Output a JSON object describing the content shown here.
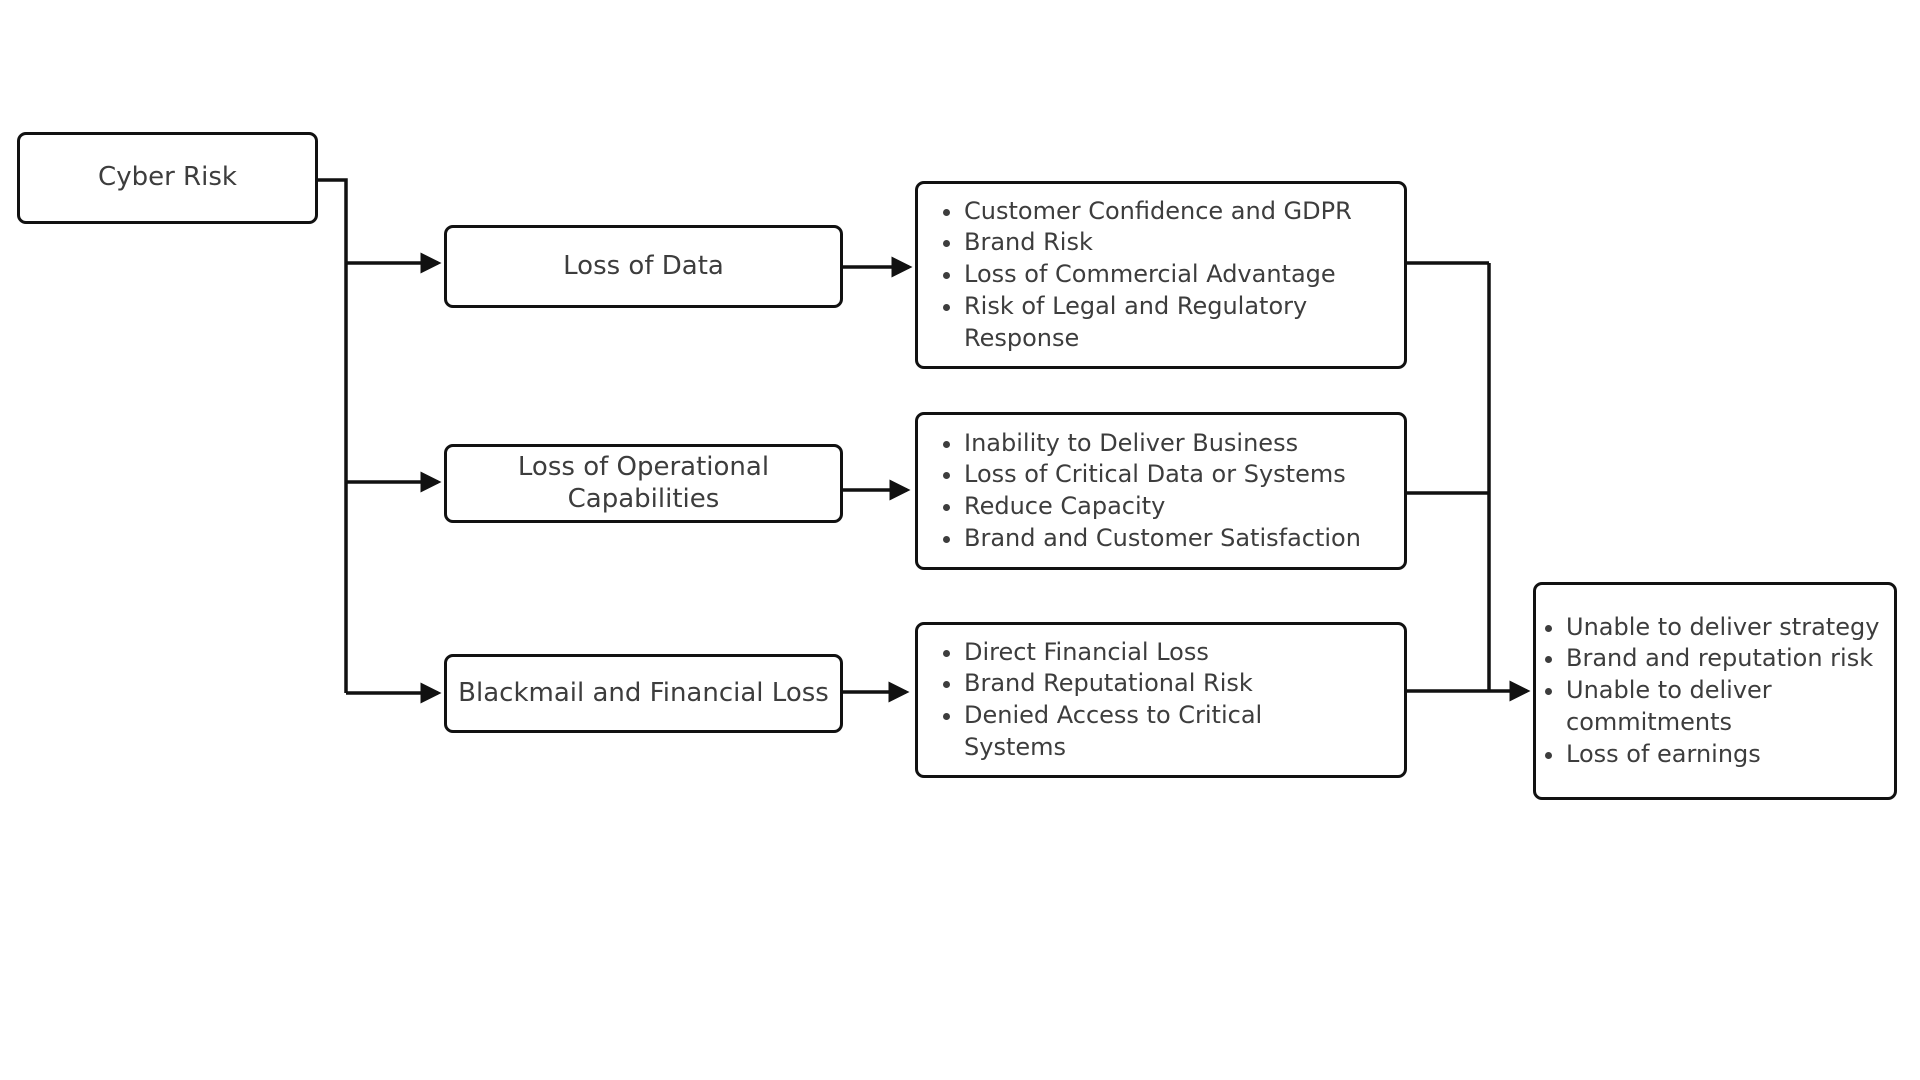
{
  "diagram": {
    "colors": {
      "line": "#111111",
      "text": "#3d3d3d",
      "background": "#ffffff"
    },
    "root": {
      "label": "Cyber Risk"
    },
    "branches": [
      {
        "label": "Loss of Data",
        "impacts": [
          "Customer Confidence and GDPR",
          "Brand Risk",
          "Loss of Commercial Advantage",
          "Risk of Legal and Regulatory Response"
        ]
      },
      {
        "label": "Loss of Operational Capabilities",
        "impacts": [
          "Inability to Deliver Business",
          "Loss of Critical Data or Systems",
          "Reduce Capacity",
          "Brand and Customer Satisfaction"
        ]
      },
      {
        "label": "Blackmail and Financial Loss",
        "impacts": [
          "Direct Financial Loss",
          "Brand Reputational Risk",
          "Denied Access to Critical Systems"
        ]
      }
    ],
    "outcome": {
      "items": [
        "Unable to deliver strategy",
        "Brand and reputation risk",
        "Unable to deliver commitments",
        "Loss of earnings"
      ]
    }
  }
}
